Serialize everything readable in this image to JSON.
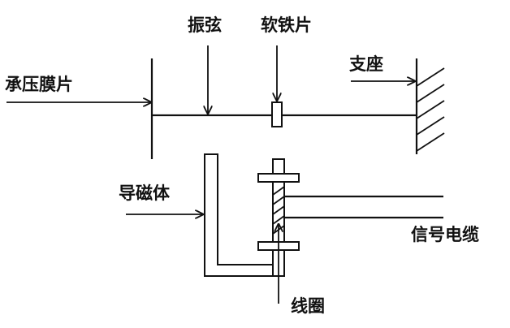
{
  "labels": {
    "vibrating_string": "振弦",
    "soft_iron": "软铁片",
    "support": "支座",
    "pressure_diaphragm": "承压膜片",
    "magnetic_conductor": "导磁体",
    "signal_cable": "信号电缆",
    "coil": "线圈"
  }
}
